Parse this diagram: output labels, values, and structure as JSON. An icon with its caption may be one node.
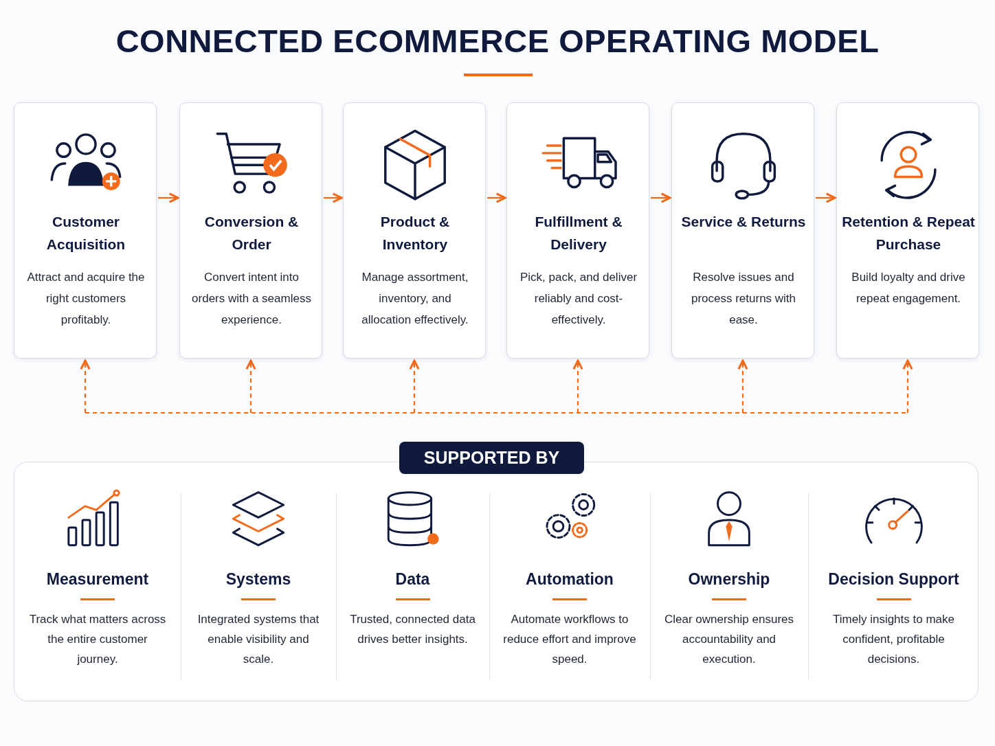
{
  "diagram": {
    "title": "CONNECTED ECOMMERCE OPERATING MODEL",
    "nodes": [
      {
        "text": [
          "Customer Acquisition",
          "Attract and acquire the right customers profitably."
        ]
      },
      {
        "text": [
          "Conversion & Order",
          "Convert intent into orders with a seamless experience."
        ]
      },
      {
        "text": [
          "Product & Inventory",
          "Manage assortment, inventory, and allocation effectively."
        ]
      },
      {
        "text": [
          "Fulfillment & Delivery",
          "Pick, pack, and deliver reliably and cost-effectively."
        ]
      },
      {
        "text": [
          "Service & Returns",
          "Resolve issues and process returns with ease."
        ]
      },
      {
        "text": [
          "Retention & Repeat Purchase",
          "Build loyalty and drive repeat engagement."
        ]
      },
      {
        "text": [
          "SUPPORTED BY"
        ]
      },
      {
        "text": [
          "Measurement",
          "Track what matters across the entire customer journey."
        ],
        "in": 6
      },
      {
        "text": [
          "Systems",
          "Integrated systems that enable visibility and scale."
        ],
        "in": 6
      },
      {
        "text": [
          "Data",
          "Trusted, connected data drives better insights."
        ],
        "in": 6
      },
      {
        "text": [
          "Automation",
          "Automate workflows to reduce effort and improve speed."
        ],
        "in": 6
      },
      {
        "text": [
          "Ownership",
          "Clear ownership ensures accountability and execution."
        ],
        "in": 6
      },
      {
        "text": [
          "Decision Support",
          "Timely insights to make confident, profitable decisions."
        ],
        "in": 6
      }
    ],
    "edges": [
      {
        "from": 0,
        "to": 1,
        "arrow": "to"
      },
      {
        "from": 1,
        "to": 2,
        "arrow": "to"
      },
      {
        "from": 2,
        "to": 3,
        "arrow": "to"
      },
      {
        "from": 3,
        "to": 4,
        "arrow": "to"
      },
      {
        "from": 4,
        "to": 5,
        "arrow": "to"
      },
      {
        "from": null,
        "to": 0,
        "arrow": "to",
        "style": "dashed"
      },
      {
        "from": null,
        "to": 1,
        "arrow": "to",
        "style": "dashed"
      },
      {
        "from": null,
        "to": 2,
        "arrow": "to",
        "style": "dashed"
      },
      {
        "from": null,
        "to": 3,
        "arrow": "to",
        "style": "dashed"
      },
      {
        "from": null,
        "to": 4,
        "arrow": "to",
        "style": "dashed"
      },
      {
        "from": null,
        "to": 5,
        "arrow": "to",
        "style": "dashed"
      }
    ]
  }
}
